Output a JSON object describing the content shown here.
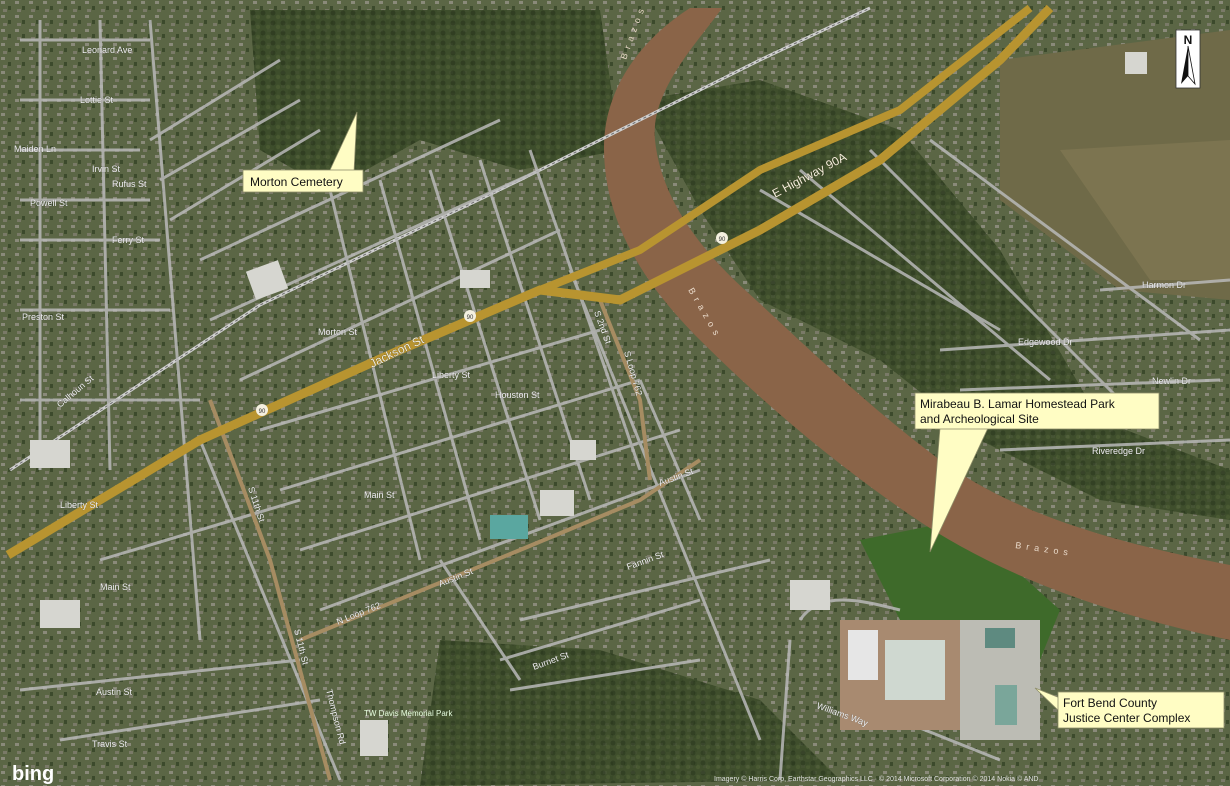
{
  "map": {
    "north_label": "N",
    "brand": "bing",
    "highways": {
      "e_highway": "E Highway 90A",
      "jackson": "Jackson St",
      "shield_90": "90"
    },
    "river_label": "Brazos",
    "park_label": "TW Davis Memorial Park",
    "credit": "Imagery © Harris Corp, Earthstar Geographics LLC · © 2014 Microsoft Corporation © 2014 Nokia © AND",
    "callouts": [
      {
        "id": "morton",
        "text": [
          "Morton Cemetery"
        ]
      },
      {
        "id": "lamar",
        "text": [
          "Mirabeau B. Lamar Homestead Park",
          "and Archeological Site"
        ]
      },
      {
        "id": "justice",
        "text": [
          "Fort Bend County",
          "Justice Center Complex"
        ]
      }
    ],
    "streets": {
      "leonard_ave": "Leonard Ave",
      "lottie_st": "Lottie St",
      "maiden_ln": "Maiden Ln",
      "irvin_st": "Irvin St",
      "rufus_st": "Rufus St",
      "powell_st": "Powell St",
      "ferry_st": "Ferry St",
      "preston_st": "Preston St",
      "calhoun_st": "Calhoun St",
      "liberty_st": "Liberty St",
      "austin_st": "Austin St",
      "main_st": "Main St",
      "s_11th_st": "S 11th St",
      "s_2nd_st": "S 2nd St",
      "s_loop_762": "S Loop 762",
      "n_loop_762": "N Loop 762",
      "thompson_rd": "Thompson Rd",
      "fannin_st": "Fannin St",
      "burnet_st": "Burnet St",
      "travis_st": "Travis St",
      "houston_st": "Houston St",
      "morton_st": "Morton St",
      "edgewood_dr": "Edgewood Dr",
      "riveredge_dr": "Riveredge Dr",
      "harmon_dr": "Harmon Dr",
      "williams_way": "Williams Way",
      "newlin_dr": "Newlin Dr"
    }
  }
}
